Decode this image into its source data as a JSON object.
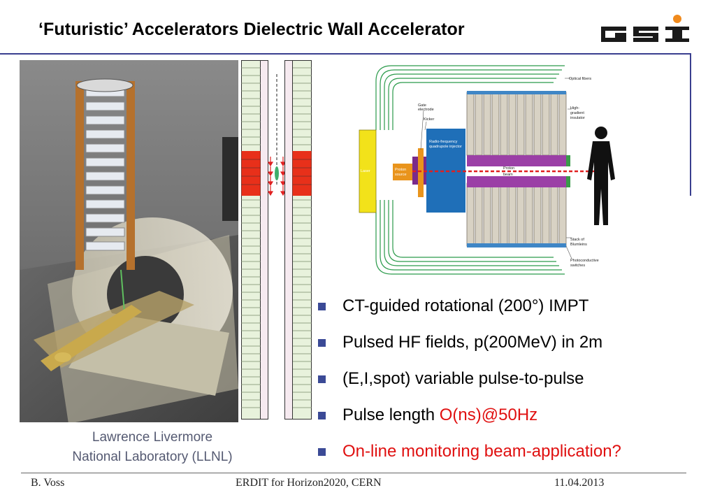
{
  "title": "‘Futuristic’ Accelerators  Dielectric Wall Accelerator",
  "logo": {
    "text": "GSI",
    "accent": "#f08a1c",
    "color": "#1a1a1a"
  },
  "photo_caption": {
    "line1": "Lawrence Livermore",
    "line2": "National Laboratory (LLNL)"
  },
  "diagram_labels": {
    "optical_fibers": "Optical fibers",
    "gate_electrode_1": "Gate",
    "gate_electrode_2": "electrode",
    "kicker": "Kicker",
    "rfq_1": "Radio-frequency",
    "rfq_2": "quadrupole injector",
    "hgi_1": "High-",
    "hgi_2": "gradient",
    "hgi_3": "insulator",
    "laser": "Laser",
    "proton_source_1": "Proton",
    "proton_source_2": "source",
    "proton_beam_1": "Proton",
    "proton_beam_2": "beam",
    "blumleins_1": "Stack of",
    "blumleins_2": "Blumleins",
    "pcs_1": "Photoconductive",
    "pcs_2": "switches"
  },
  "bullets": [
    {
      "text": "CT-guided rotational (200°) IMPT"
    },
    {
      "text": "Pulsed HF fields, p(200MeV) in 2m"
    },
    {
      "text": "(E,I,spot) variable pulse-to-pulse"
    },
    {
      "text": "Pulse length ",
      "highlight": "O(ns)@50Hz"
    },
    {
      "highlight": "On-line monitoring beam-application?"
    }
  ],
  "footer": {
    "author": "B. Voss",
    "event": "ERDIT for Horizon2020, CERN",
    "date": "11.04.2013"
  },
  "colors": {
    "accent_blue": "#3a3f8f",
    "bullet": "#3b4a96",
    "highlight": "#e01010",
    "caption": "#555a72"
  }
}
